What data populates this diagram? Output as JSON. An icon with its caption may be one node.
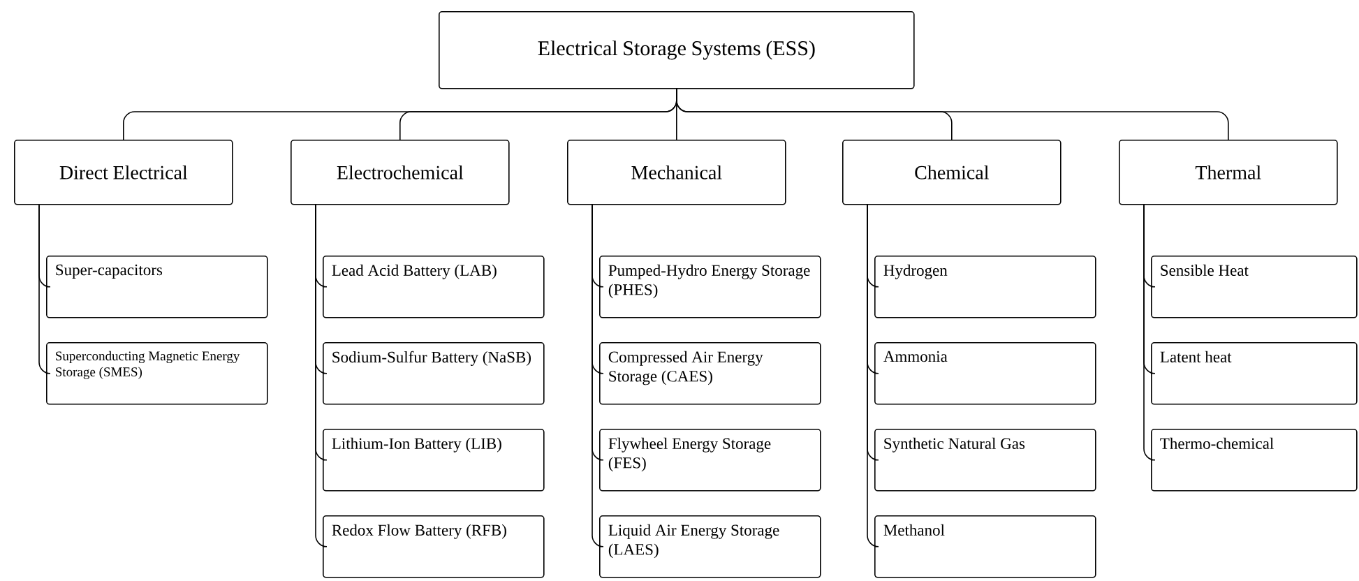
{
  "diagram": {
    "nodes": [
      {
        "text": [
          "Electrical Storage Systems (ESS)"
        ]
      },
      {
        "text": [
          "Direct Electrical"
        ]
      },
      {
        "text": [
          "Electrochemical"
        ]
      },
      {
        "text": [
          "Mechanical"
        ]
      },
      {
        "text": [
          "Chemical"
        ]
      },
      {
        "text": [
          "Thermal"
        ]
      },
      {
        "text": [
          "Super-capacitors"
        ]
      },
      {
        "text": [
          "Superconducting Magnetic Energy Storage (SMES)"
        ]
      },
      {
        "text": [
          "Lead Acid Battery (LAB)"
        ]
      },
      {
        "text": [
          "Sodium-Sulfur Battery (NaSB)"
        ]
      },
      {
        "text": [
          "Lithium-Ion Battery (LIB)"
        ]
      },
      {
        "text": [
          "Redox Flow Battery (RFB)"
        ]
      },
      {
        "text": [
          "Pumped-Hydro Energy Storage (PHES)"
        ]
      },
      {
        "text": [
          "Compressed Air Energy Storage (CAES)"
        ]
      },
      {
        "text": [
          "Flywheel Energy Storage (FES)"
        ]
      },
      {
        "text": [
          "Liquid Air Energy Storage (LAES)"
        ]
      },
      {
        "text": [
          "Hydrogen"
        ]
      },
      {
        "text": [
          "Ammonia"
        ]
      },
      {
        "text": [
          "Synthetic Natural Gas"
        ]
      },
      {
        "text": [
          "Methanol"
        ]
      },
      {
        "text": [
          "Sensible Heat"
        ]
      },
      {
        "text": [
          "Latent heat"
        ]
      },
      {
        "text": [
          "Thermo-chemical"
        ]
      }
    ],
    "edges": [
      {
        "from": 0,
        "to": 1,
        "arrow": "none"
      },
      {
        "from": 0,
        "to": 2,
        "arrow": "none"
      },
      {
        "from": 0,
        "to": 3,
        "arrow": "none"
      },
      {
        "from": 0,
        "to": 4,
        "arrow": "none"
      },
      {
        "from": 0,
        "to": 5,
        "arrow": "none"
      },
      {
        "from": 1,
        "to": 6,
        "arrow": "none"
      },
      {
        "from": 1,
        "to": 7,
        "arrow": "none"
      },
      {
        "from": 2,
        "to": 8,
        "arrow": "none"
      },
      {
        "from": 2,
        "to": 9,
        "arrow": "none"
      },
      {
        "from": 2,
        "to": 10,
        "arrow": "none"
      },
      {
        "from": 2,
        "to": 11,
        "arrow": "none"
      },
      {
        "from": 3,
        "to": 12,
        "arrow": "none"
      },
      {
        "from": 3,
        "to": 13,
        "arrow": "none"
      },
      {
        "from": 3,
        "to": 14,
        "arrow": "none"
      },
      {
        "from": 3,
        "to": 15,
        "arrow": "none"
      },
      {
        "from": 4,
        "to": 16,
        "arrow": "none"
      },
      {
        "from": 4,
        "to": 17,
        "arrow": "none"
      },
      {
        "from": 4,
        "to": 18,
        "arrow": "none"
      },
      {
        "from": 4,
        "to": 19,
        "arrow": "none"
      },
      {
        "from": 5,
        "to": 20,
        "arrow": "none"
      },
      {
        "from": 5,
        "to": 21,
        "arrow": "none"
      },
      {
        "from": 5,
        "to": 22,
        "arrow": "none"
      }
    ]
  }
}
